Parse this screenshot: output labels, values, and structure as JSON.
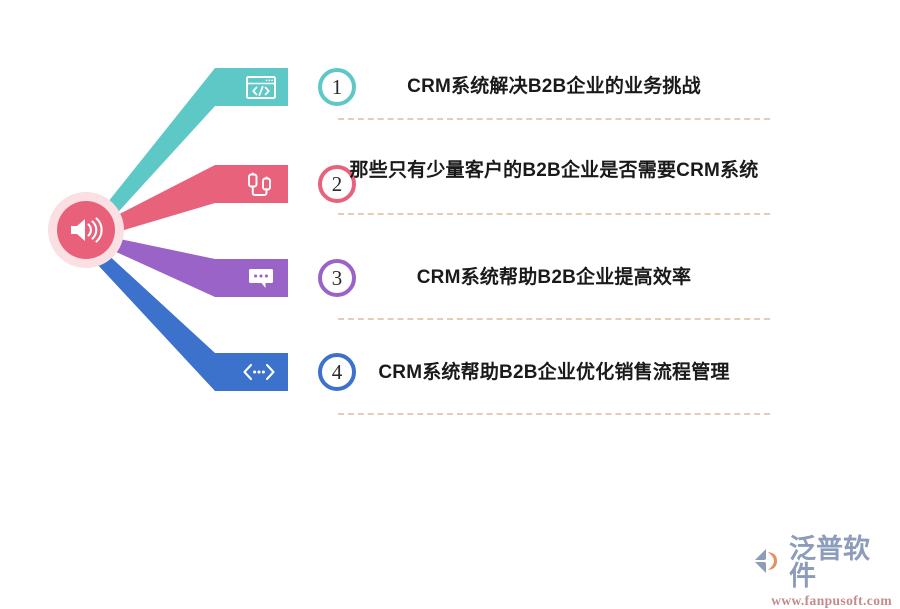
{
  "diagram": {
    "type": "fan-list-infographic",
    "hub": {
      "icon": "speaker-announce-icon",
      "core_color": "#e8607a",
      "halo_color": "#fadfe3"
    },
    "items": [
      {
        "number": "1",
        "text": "CRM系统解决B2B企业的业务挑战",
        "icon": "browser-code-icon",
        "color": "#5ec8c6"
      },
      {
        "number": "2",
        "text": "那些只有少量客户的B2B企业是否需要CRM系统",
        "icon": "usb-cable-icon",
        "color": "#e8627b"
      },
      {
        "number": "3",
        "text": "CRM系统帮助B2B企业提高效率",
        "icon": "chat-bubble-icon",
        "color": "#9a63c8"
      },
      {
        "number": "4",
        "text": "CRM系统帮助B2B企业优化销售流程管理",
        "icon": "code-arrows-icon",
        "color": "#3c72cc"
      }
    ],
    "separator_color": "#e3cdb6"
  },
  "watermark": {
    "name": "泛普软件",
    "url": "www.fanpusoft.com",
    "logo": "fanpu-logo-icon",
    "name_color": "#8d9cbb",
    "url_color": "#c48a8a"
  }
}
